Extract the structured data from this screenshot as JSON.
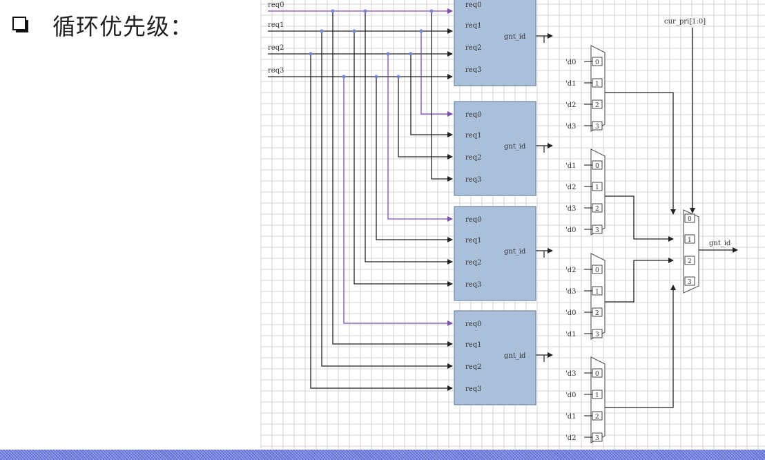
{
  "slide": {
    "title": "循环优先级："
  },
  "diagram": {
    "inputs": [
      "req0",
      "req1",
      "req2",
      "req3"
    ],
    "arbiter_inputs": [
      "req0",
      "req1",
      "req2",
      "req3"
    ],
    "arbiter_output": "gnt_id",
    "mux_constants": [
      [
        "'d0",
        "'d1",
        "'d2",
        "'d3"
      ],
      [
        "'d1",
        "'d2",
        "'d3",
        "'d0"
      ],
      [
        "'d2",
        "'d3",
        "'d0",
        "'d1"
      ],
      [
        "'d3",
        "'d0",
        "'d1",
        "'d2"
      ]
    ],
    "mux_ports": [
      "0",
      "1",
      "2",
      "3"
    ],
    "select_label": "cur_pri[1:0]",
    "output_label": "gnt_id"
  },
  "colors": {
    "block_fill": "#a9bfda",
    "block_stroke": "#6f86a5",
    "purple_wire": "#7b4fb0",
    "wire": "#222222",
    "grid": "#d4d4d4",
    "dot": "#7a86d8"
  }
}
